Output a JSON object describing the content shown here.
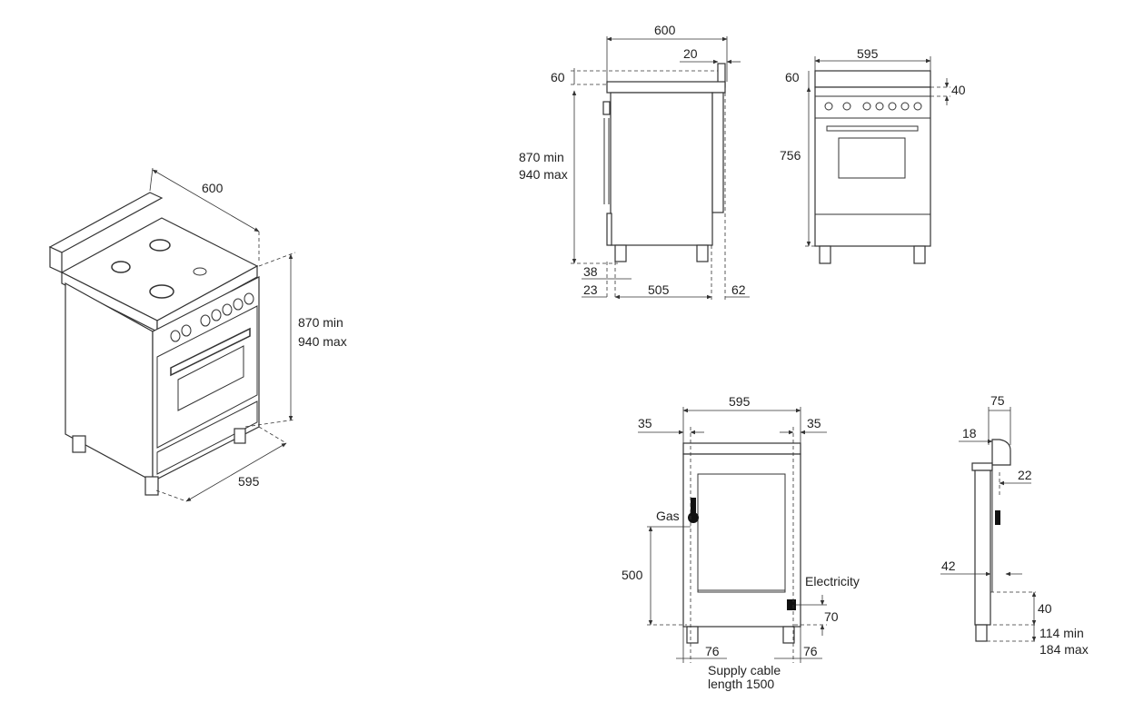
{
  "iso": {
    "width": "600",
    "height_min": "870 min",
    "height_max": "940 max",
    "depth": "595"
  },
  "side": {
    "top": "600",
    "back": "20",
    "upstand": "60",
    "height_min": "870 min",
    "height_max": "940 max",
    "d38": "38",
    "d23": "23",
    "d505": "505",
    "d62": "62"
  },
  "front": {
    "width": "595",
    "upstand": "60",
    "panel": "40",
    "height": "756"
  },
  "rear": {
    "width": "595",
    "left": "35",
    "right": "35",
    "gas": "Gas",
    "gas_height": "500",
    "electricity": "Electricity",
    "elec_height": "70",
    "foot_left": "76",
    "foot_right": "76",
    "cable_line1": "Supply cable",
    "cable_line2": "length 1500"
  },
  "profile": {
    "top": "75",
    "d18": "18",
    "d22": "22",
    "d42": "42",
    "d40": "40",
    "min": "114 min",
    "max": "184 max"
  }
}
